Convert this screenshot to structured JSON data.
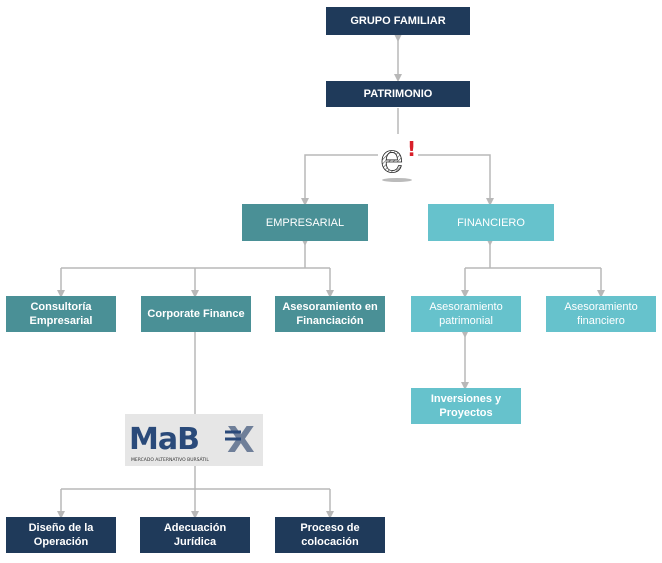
{
  "nodes": {
    "grupo_familiar": "GRUPO FAMILIAR",
    "patrimonio": "PATRIMONIO",
    "empresarial": "EMPRESARIAL",
    "financiero": "FINANCIERO",
    "consultoria": "Consultoría Empresarial",
    "corporate_finance": "Corporate Finance",
    "asesoramiento_financiacion": "Asesoramiento en Financiación",
    "asesoramiento_patrimonial": "Asesoramiento patrimonial",
    "asesoramiento_financiero": "Asesoramiento financiero",
    "inversiones": "Inversiones y Proyectos",
    "diseno": "Diseño de la Operación",
    "adecuacion": "Adecuación Jurídica",
    "proceso": "Proceso de colocación"
  },
  "logos": {
    "e_logo": {
      "icon": "e-exclamation-logo",
      "letter": "e",
      "mark": "!"
    },
    "mab_logo": {
      "icon": "mab-logo",
      "text": "MaB",
      "mark": "X",
      "subtitle": "MERCADO ALTERNATIVO BURSÁTIL"
    }
  },
  "colors": {
    "navy": "#1f3a5a",
    "teal": "#4a9096",
    "light_teal": "#66c2cc",
    "connector": "#b8b8b8"
  }
}
